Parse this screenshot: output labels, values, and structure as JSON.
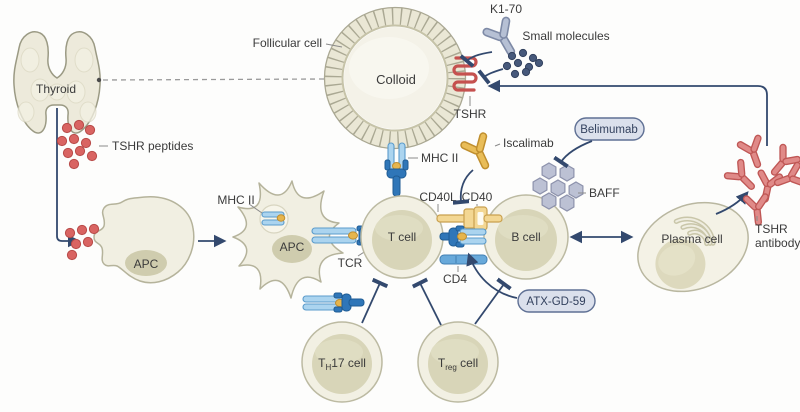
{
  "colors": {
    "background": "#fdfdfc",
    "line_navy": "#33496e",
    "cell_fill": "#f2f0e3",
    "cell_inner": "#d8d5b8",
    "mhc_light_blue": "#abd4ef",
    "tcr_dark_blue": "#2f76b8",
    "cd4_blue": "#68a9da",
    "receptor_yellow": "#f3d793",
    "antibody_yellow": "#e9bd58",
    "antibody_gray": "#b6c0d4",
    "antibody_red": "#e08a88",
    "tshr_red": "#c5514f",
    "peptide_red": "#d96462",
    "baff_lavender": "#bcc1d4",
    "pill_fill": "#dbe0ec"
  },
  "labels": {
    "thyroid": "Thyroid",
    "tshr_peptides": "TSHR peptides",
    "apc1": "APC",
    "apc2": "APC",
    "mhc2_apc": "MHC II",
    "mhc2_follicle": "MHC II",
    "tcr": "TCR",
    "follicular_cell": "Follicular cell",
    "colloid": "Colloid",
    "tshr": "TSHR",
    "k1_70": "K1-70",
    "small_molecules": "Small molecules",
    "iscalimab": "Iscalimab",
    "cd40l": "CD40L",
    "cd40": "CD40",
    "t_cell": "T cell",
    "b_cell": "B cell",
    "baff": "BAFF",
    "belimumab": "Belimumab",
    "plasma_cell": "Plasma cell",
    "tshr_antibody_line1": "TSHR",
    "tshr_antibody_line2": "antibody",
    "atx_gd_59": "ATX-GD-59",
    "cd4": "CD4",
    "th17": {
      "t": "T",
      "sub": "H",
      "rest": "17 cell"
    },
    "treg": {
      "t": "T",
      "sub": "reg",
      "rest": " cell"
    }
  },
  "relationships": [
    "Thyroid releases TSHR peptides taken up by APC",
    "APC presents peptide via MHC II to T cell TCR",
    "Follicular cell presents MHC II to T cell",
    "K1-70 inhibits TSHR",
    "Small molecules inhibit TSHR",
    "Iscalimab inhibits CD40L-CD40",
    "Belimumab inhibits BAFF",
    "ATX-GD-59 targets MHC II peptide presentation",
    "Treg cell inhibits T cell and B cell",
    "TH17 cell acts on T cell",
    "B cell interacts with Plasma cell",
    "Plasma cell secretes TSHR antibody which stimulates TSHR"
  ]
}
